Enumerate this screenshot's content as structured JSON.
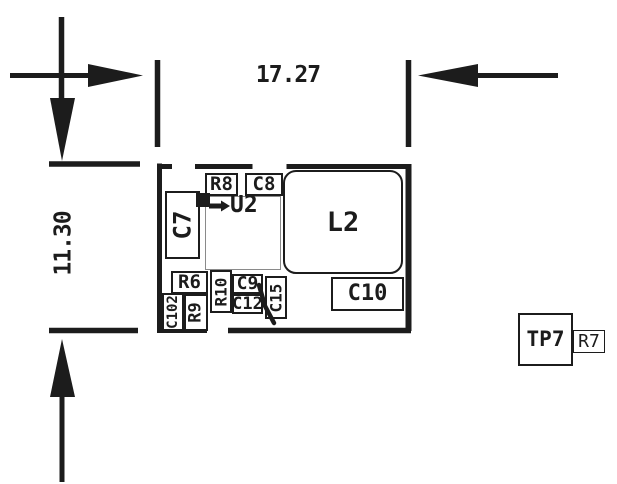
{
  "drawing": {
    "type": "pcb-component-placement-dimension-drawing",
    "ink_color": "#1c1c1c",
    "background_color": "#ffffff"
  },
  "dimensions": {
    "width": "17.27",
    "height": "11.30"
  },
  "components": {
    "c7": "C7",
    "r8": "R8",
    "c8": "C8",
    "u2": "U2",
    "l2": "L2",
    "c10": "C10",
    "r6": "R6",
    "c102": "C102",
    "r9": "R9",
    "r10": "R10",
    "c9": "C9",
    "c12": "C12",
    "c15": "C15",
    "tp7": "TP7",
    "r7": "R7"
  }
}
